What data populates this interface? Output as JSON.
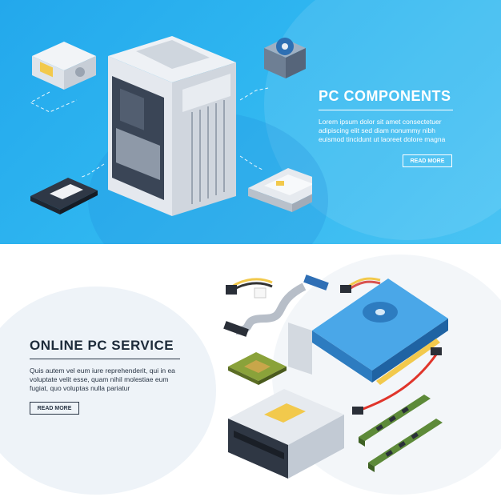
{
  "top_banner": {
    "title": "PC COMPONENTS",
    "description": "Lorem ipsum dolor sit amet consectetuer adipiscing elit sed diam nonummy nibh euismod tincidunt ut laoreet dolore magna",
    "button_label": "READ MORE",
    "colors": {
      "background": "#2fb6f0",
      "text": "#ffffff"
    }
  },
  "bottom_banner": {
    "title": "ONLINE PC SERVICE",
    "description": "Quis autem vel eum iure reprehenderit, qui in ea voluptate velit esse, quam nihil molestiae eum fugiat, quo voluptas nulla pariatur",
    "button_label": "READ MORE",
    "colors": {
      "background": "#ffffff",
      "text": "#1d2b3a"
    }
  },
  "illustrations": {
    "top": [
      "power-supply-icon",
      "pc-case-icon",
      "cpu-cooler-icon",
      "ssd-icon",
      "hard-drive-icon"
    ],
    "bottom": [
      "power-cables-icon",
      "ribbon-cable-icon",
      "sata-connector-icon",
      "graphics-card-icon",
      "cpu-chip-icon",
      "sata-cable-icon",
      "optical-drive-icon",
      "ram-module-icon"
    ]
  }
}
